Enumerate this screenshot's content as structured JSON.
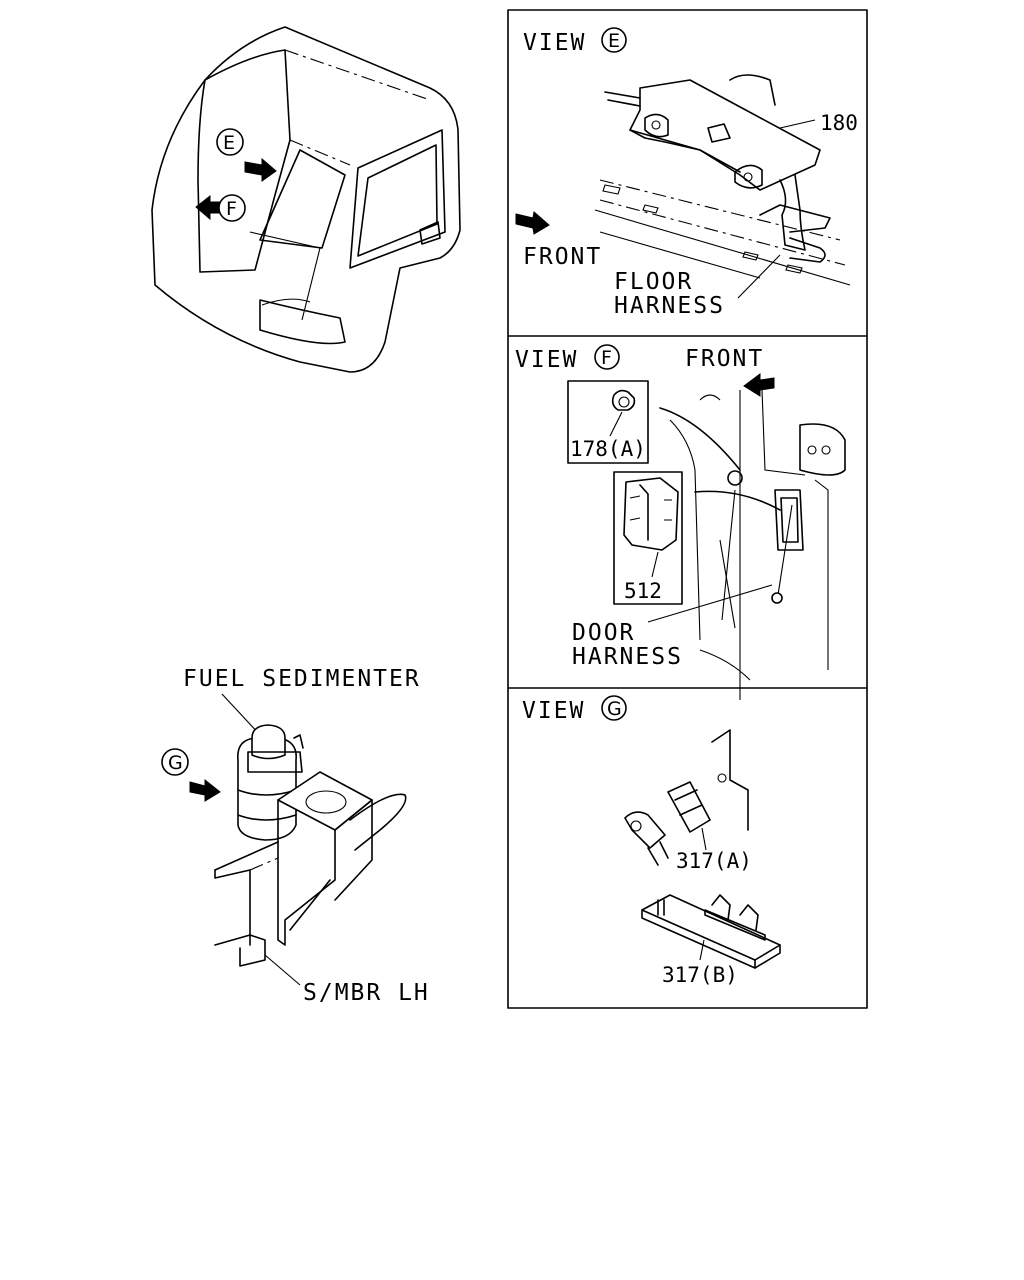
{
  "overview": {
    "marker_e": "E",
    "marker_f": "F"
  },
  "view_e": {
    "view_label": "VIEW",
    "marker": "E",
    "part_180": "180",
    "front_label": "FRONT",
    "floor_harness_line1": "FLOOR",
    "floor_harness_line2": "HARNESS"
  },
  "view_f": {
    "view_label": "VIEW",
    "marker": "F",
    "front_label": "FRONT",
    "part_178a": "178(A)",
    "part_512": "512",
    "door_harness_line1": "DOOR",
    "door_harness_line2": "HARNESS"
  },
  "view_g": {
    "view_label": "VIEW",
    "marker": "G",
    "part_317a": "317(A)",
    "part_317b": "317(B)"
  },
  "sedimenter": {
    "fuel_sedimenter": "FUEL SEDIMENTER",
    "marker_g": "G",
    "smbr_lh": "S/MBR LH"
  }
}
